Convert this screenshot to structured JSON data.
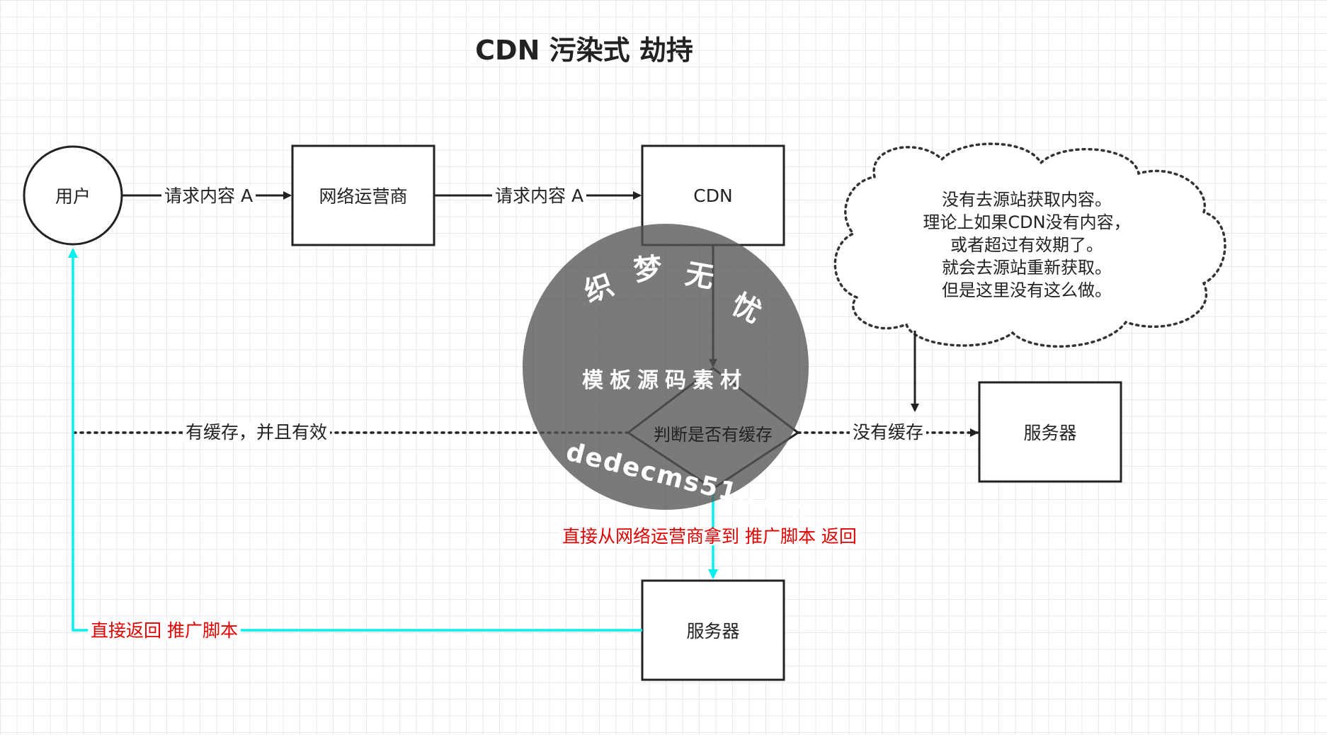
{
  "title": "CDN 污染式 劫持",
  "nodes": {
    "user": "用户",
    "isp": "网络运营商",
    "cdn": "CDN",
    "decision": "判断是否有缓存",
    "server_right": "服务器",
    "server_bottom": "服务器"
  },
  "edges": {
    "user_to_isp": "请求内容 A",
    "isp_to_cdn": "请求内容 A",
    "cached_valid": "有缓存，并且有效",
    "no_cache": "没有缓存",
    "isp_inject": "直接从网络运营商拿到 推广脚本 返回",
    "return_script": "直接返回 推广脚本"
  },
  "cloud_note": {
    "lines": [
      "没有去源站获取内容。",
      "理论上如果CDN没有内容，",
      "或者超过有效期了。",
      "就会去源站重新获取。",
      "但是这里没有这么做。"
    ]
  },
  "watermark": {
    "chars": [
      "织",
      "梦",
      "无",
      "忧"
    ],
    "line2": "模板源码素材",
    "line3": "dedecms51.com"
  },
  "colors": {
    "stroke": "#222222",
    "highlight": "#00f0f0",
    "alert_text": "#e00000"
  }
}
